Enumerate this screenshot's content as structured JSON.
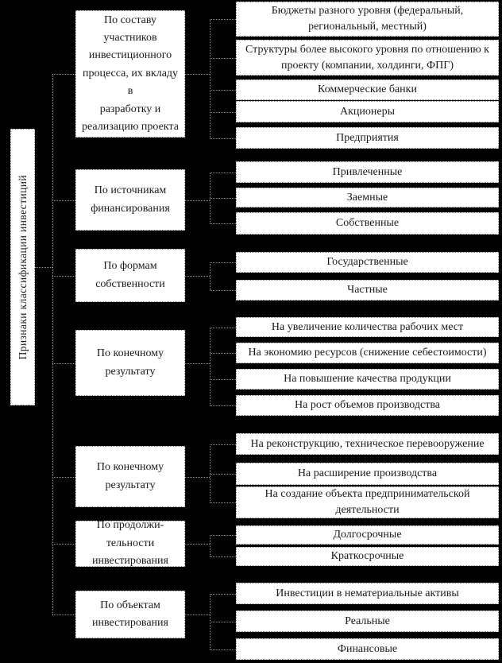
{
  "diagram": {
    "root_label": "Признаки классификации инвестиций",
    "colors": {
      "background": "#000000",
      "box_fill": "#ffffff",
      "box_border": "#8f8f8f",
      "text": "#1b1b1b",
      "connector": "#8f8f8f"
    },
    "groups": [
      {
        "category": "По составу\nучастников\nинвестиционного\nпроцесса, их вкладу в\nразработку и\nреализацию проекта",
        "items": [
          "Бюджеты разного уровня (федеральный,\nрегиональный, местный)",
          "Структуры более высокого уровня по отношению к\nпроекту (компании, холдинги, ФПГ)",
          "Коммерческие банки",
          "Акционеры",
          "Предприятия"
        ]
      },
      {
        "category": "По источникам\nфинансирования",
        "items": [
          "Привлеченные",
          "Заемные",
          "Собственные"
        ]
      },
      {
        "category": "По формам\nсобственности",
        "items": [
          "Государственные",
          "Частные"
        ]
      },
      {
        "category": "По конечному\nрезультату",
        "items": [
          "На увеличение количества рабочих мест",
          "На экономию ресурсов (снижение себестоимости)",
          "На повышение качества продукции",
          "На рост объемов производства"
        ]
      },
      {
        "category": "По конечному\nрезультату",
        "items": [
          "На реконструкцию, техническое перевооружение",
          "На расширение производства",
          "На создание объекта предпринимательской\nдеятельности"
        ]
      },
      {
        "category": "По продолжи-\nтельности\nинвестирования",
        "items": [
          "Долгосрочные",
          "Краткосрочные"
        ]
      },
      {
        "category": "По объектам\nинвестирования",
        "items": [
          "Инвестиции в нематериальные активы",
          "Реальные",
          "Финансовые"
        ]
      }
    ]
  }
}
